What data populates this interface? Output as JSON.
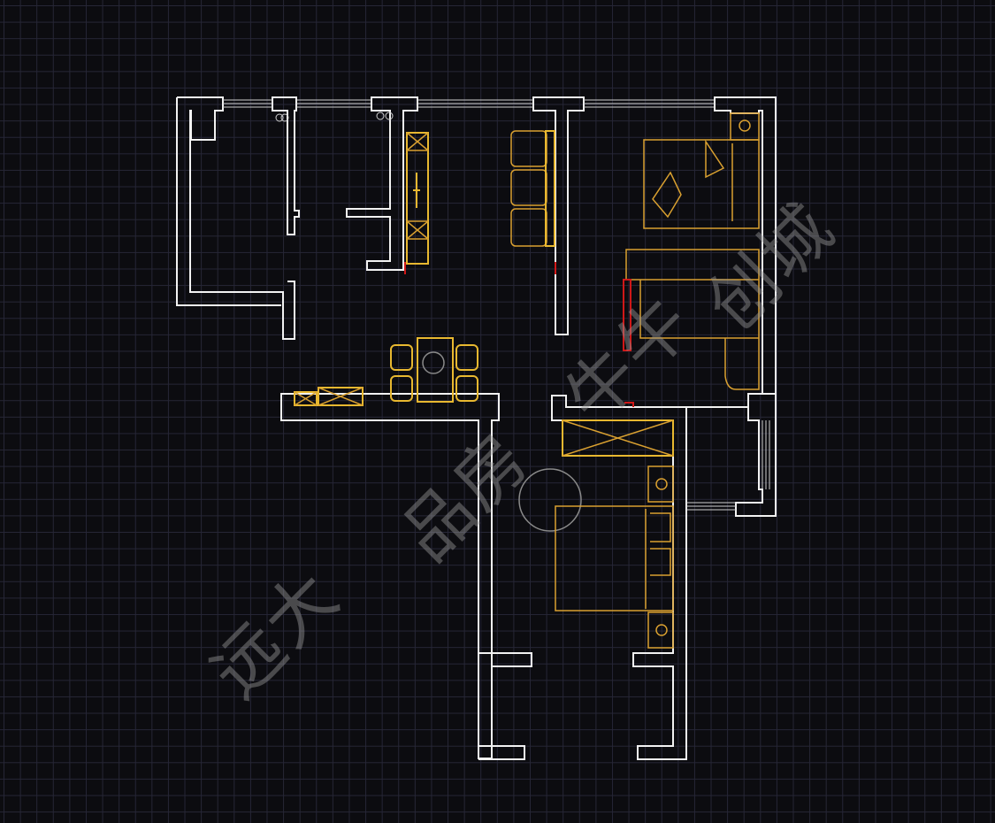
{
  "drawing": {
    "type": "floor-plan",
    "colors": {
      "background": "#0c0c10",
      "grid": "#262636",
      "walls": "#f2f2f2",
      "furniture": "#e8b830",
      "doors": "#d01818"
    }
  },
  "watermark": {
    "parts": [
      "远大",
      "品房",
      "牛牛",
      "创城"
    ]
  }
}
